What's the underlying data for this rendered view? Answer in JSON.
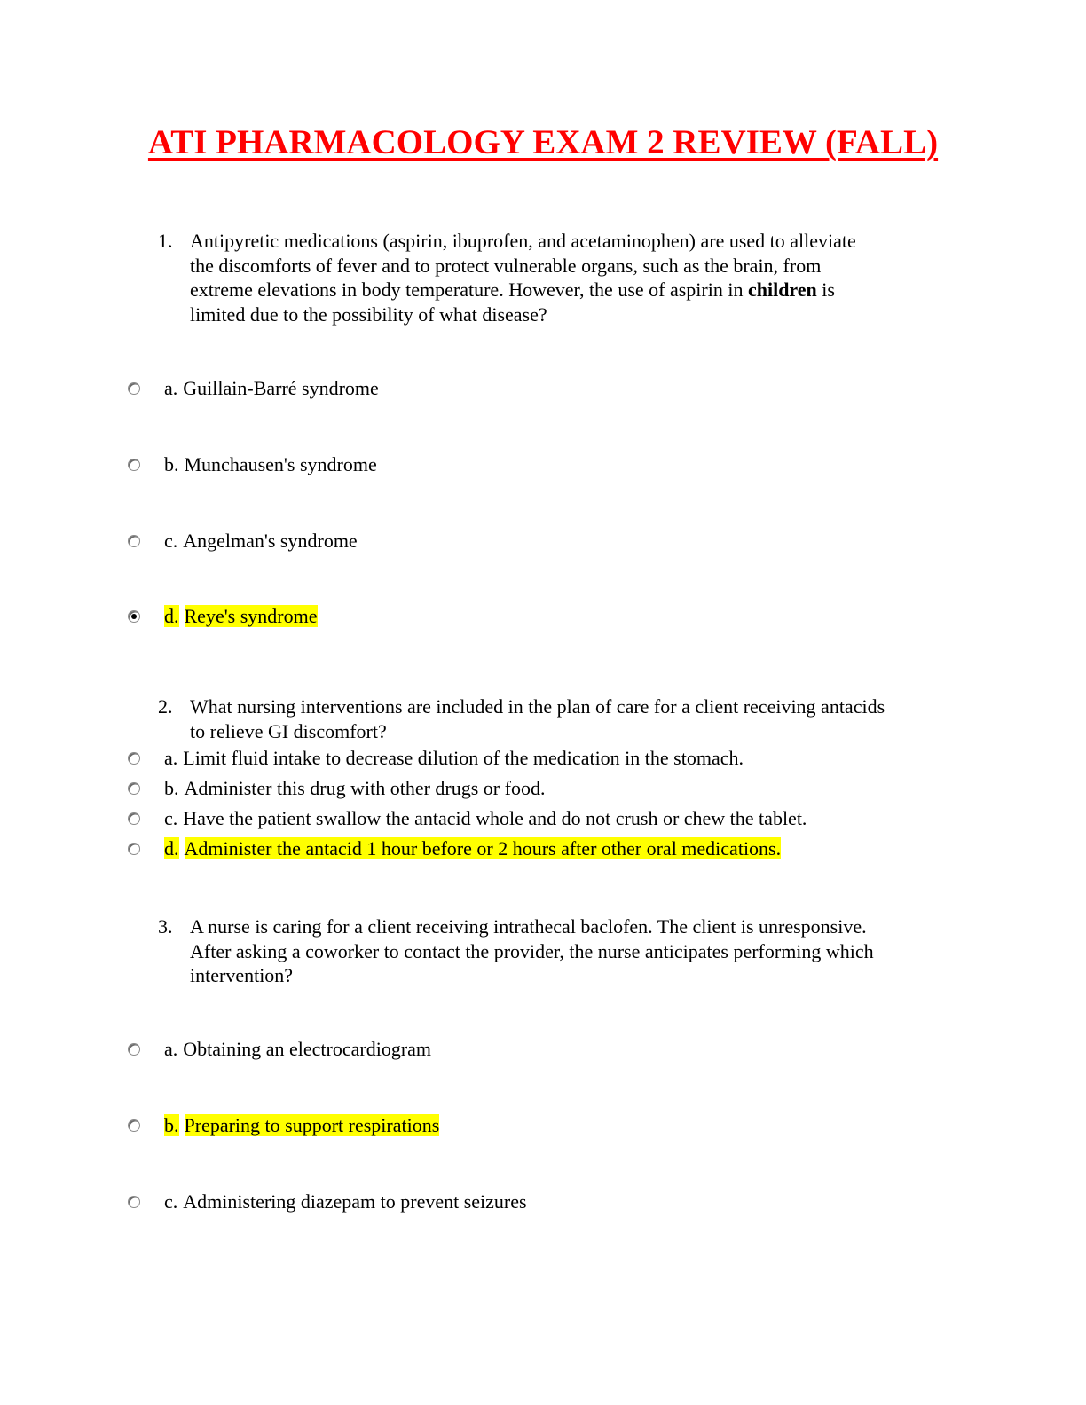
{
  "title": "ATI PHARMACOLOGY EXAM 2 REVIEW (FALL)",
  "questions": [
    {
      "number": "1.",
      "lines": [
        "Antipyretic medications (aspirin, ibuprofen, and acetaminophen) are used to alleviate",
        "the discomforts of fever and to protect vulnerable organs, such as the brain, from"
      ],
      "line3_before": "extreme elevations in body temperature. However, the use of aspirin in ",
      "line3_bold": "children",
      "line3_after": " is",
      "line4": "limited due to the possibility of what disease?",
      "options": [
        {
          "letter": "a.",
          "text": "Guillain-Barré syndrome",
          "selected": false,
          "highlighted": false
        },
        {
          "letter": "b.",
          "text": "Munchausen's syndrome",
          "selected": false,
          "highlighted": false
        },
        {
          "letter": "c.",
          "text": "Angelman's syndrome",
          "selected": false,
          "highlighted": false
        },
        {
          "letter": "d.",
          "text": "Reye's syndrome",
          "selected": true,
          "highlighted": true
        }
      ]
    },
    {
      "number": "2.",
      "lines": [
        "What nursing interventions are included in the plan of care for a client receiving antacids",
        "to relieve GI discomfort?"
      ],
      "options": [
        {
          "letter": "a.",
          "text": "Limit fluid intake to decrease dilution of the medication in the stomach.",
          "selected": false,
          "highlighted": false
        },
        {
          "letter": "b.",
          "text": "Administer this drug with other drugs or food.",
          "selected": false,
          "highlighted": false
        },
        {
          "letter": "c.",
          "text": "Have the patient swallow the antacid whole and do not crush or chew the tablet.",
          "selected": false,
          "highlighted": false
        },
        {
          "letter": "d.",
          "text": "Administer the antacid 1 hour before or 2 hours after other oral medications.",
          "selected": false,
          "highlighted": true
        }
      ]
    },
    {
      "number": "3.",
      "lines": [
        "A nurse is caring for a client receiving intrathecal baclofen. The client is unresponsive.",
        "After asking a coworker to contact the provider, the nurse anticipates performing which",
        "intervention?"
      ],
      "options": [
        {
          "letter": "a.",
          "text": "Obtaining an electrocardiogram",
          "selected": false,
          "highlighted": false
        },
        {
          "letter": "b.",
          "text": "Preparing to support respirations",
          "selected": false,
          "highlighted": true
        },
        {
          "letter": "c.",
          "text": "Administering diazepam to prevent seizures",
          "selected": false,
          "highlighted": false
        }
      ]
    }
  ],
  "colors": {
    "title": "#ff0000",
    "highlight": "#ffff00"
  }
}
